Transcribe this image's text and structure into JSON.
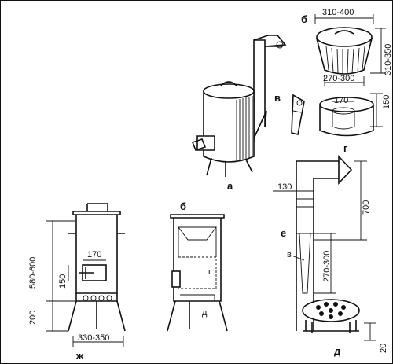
{
  "figure": {
    "labels": {
      "a": "а",
      "b": "б",
      "v": "в",
      "g": "г",
      "d": "д",
      "e": "е",
      "zh": "ж"
    },
    "dimensions": {
      "lid_width": "310-400",
      "pot_height": "310-350",
      "pot_bottom": "270-300",
      "ring_height": "150",
      "ring_inner": "170",
      "pipe_width": "130",
      "pipe_height": "700",
      "pipe_lower": "270-300",
      "grate_height": "20",
      "body_height": "580-600",
      "door_width": "170",
      "door_height": "150",
      "leg_height": "200",
      "base_width": "330-350"
    },
    "inner_labels": {
      "front_door": "г",
      "front_bottom": "д",
      "top_b": "б",
      "pipe_v": "в"
    }
  }
}
